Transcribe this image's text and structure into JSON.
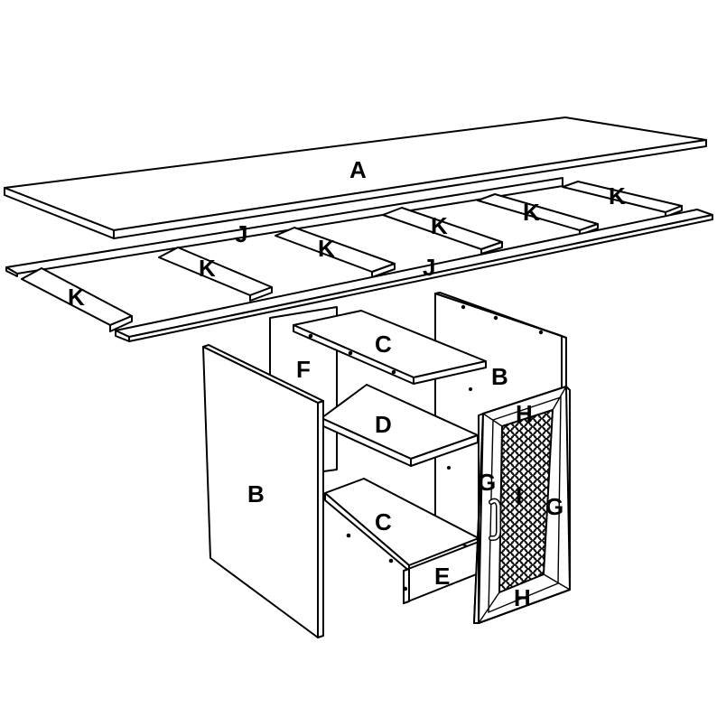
{
  "labels": {
    "a": "A",
    "j_upper": "J",
    "j_lower": "J",
    "k1": "K",
    "k2": "K",
    "k3": "K",
    "k4": "K",
    "k5": "K",
    "k6": "K",
    "f": "F",
    "c_top": "C",
    "c_bottom": "C",
    "d": "D",
    "b_back": "B",
    "b_side": "B",
    "e": "E",
    "h_top": "H",
    "h_bottom": "H",
    "g_left": "G",
    "g_right": "G",
    "i": "I"
  }
}
